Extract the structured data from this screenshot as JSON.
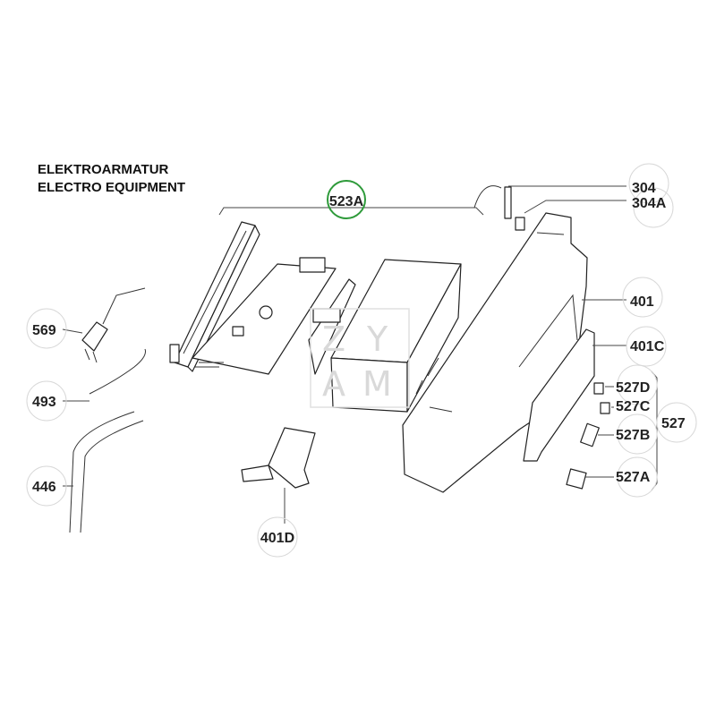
{
  "title": {
    "line1": "ELEKTROARMATUR",
    "line2": "ELECTRO EQUIPMENT"
  },
  "watermark": "ZYAM",
  "highlight_color": "#2e9a3a",
  "labels": {
    "p523A": "523A",
    "p304": "304",
    "p304A": "304A",
    "p401": "401",
    "p401C": "401C",
    "p527D": "527D",
    "p527C": "527C",
    "p527B": "527B",
    "p527A": "527A",
    "p527": "527",
    "p569": "569",
    "p493": "493",
    "p446": "446",
    "p401D": "401D"
  }
}
